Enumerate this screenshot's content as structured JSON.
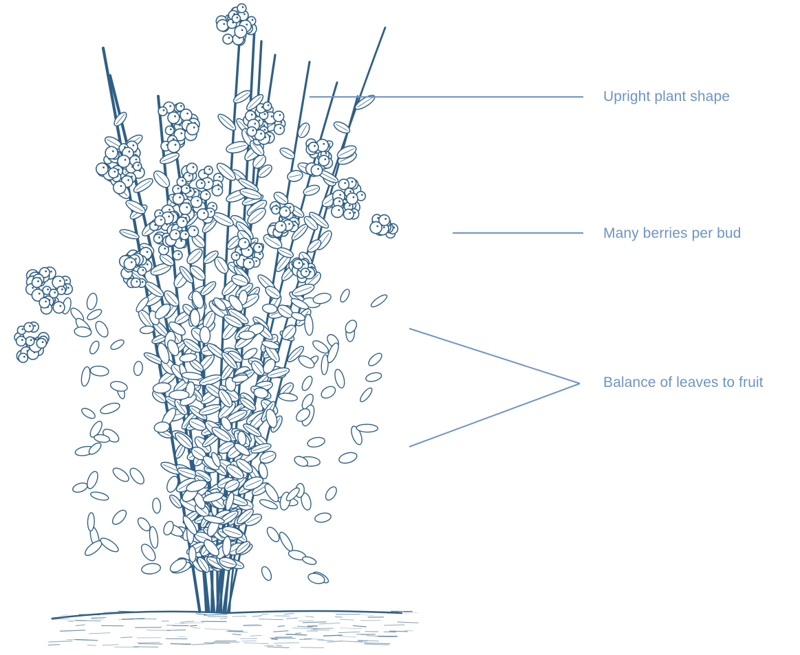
{
  "colors": {
    "illustration_ink": "#2f5f85",
    "leader_line": "#6d94c4",
    "label_text": "#6d94c4",
    "background": "#ffffff"
  },
  "illustration": {
    "subject": "blueberry-bush"
  },
  "labels": {
    "upright": "Upright plant shape",
    "berries": "Many berries per bud",
    "balance": "Balance of leaves to fruit"
  }
}
